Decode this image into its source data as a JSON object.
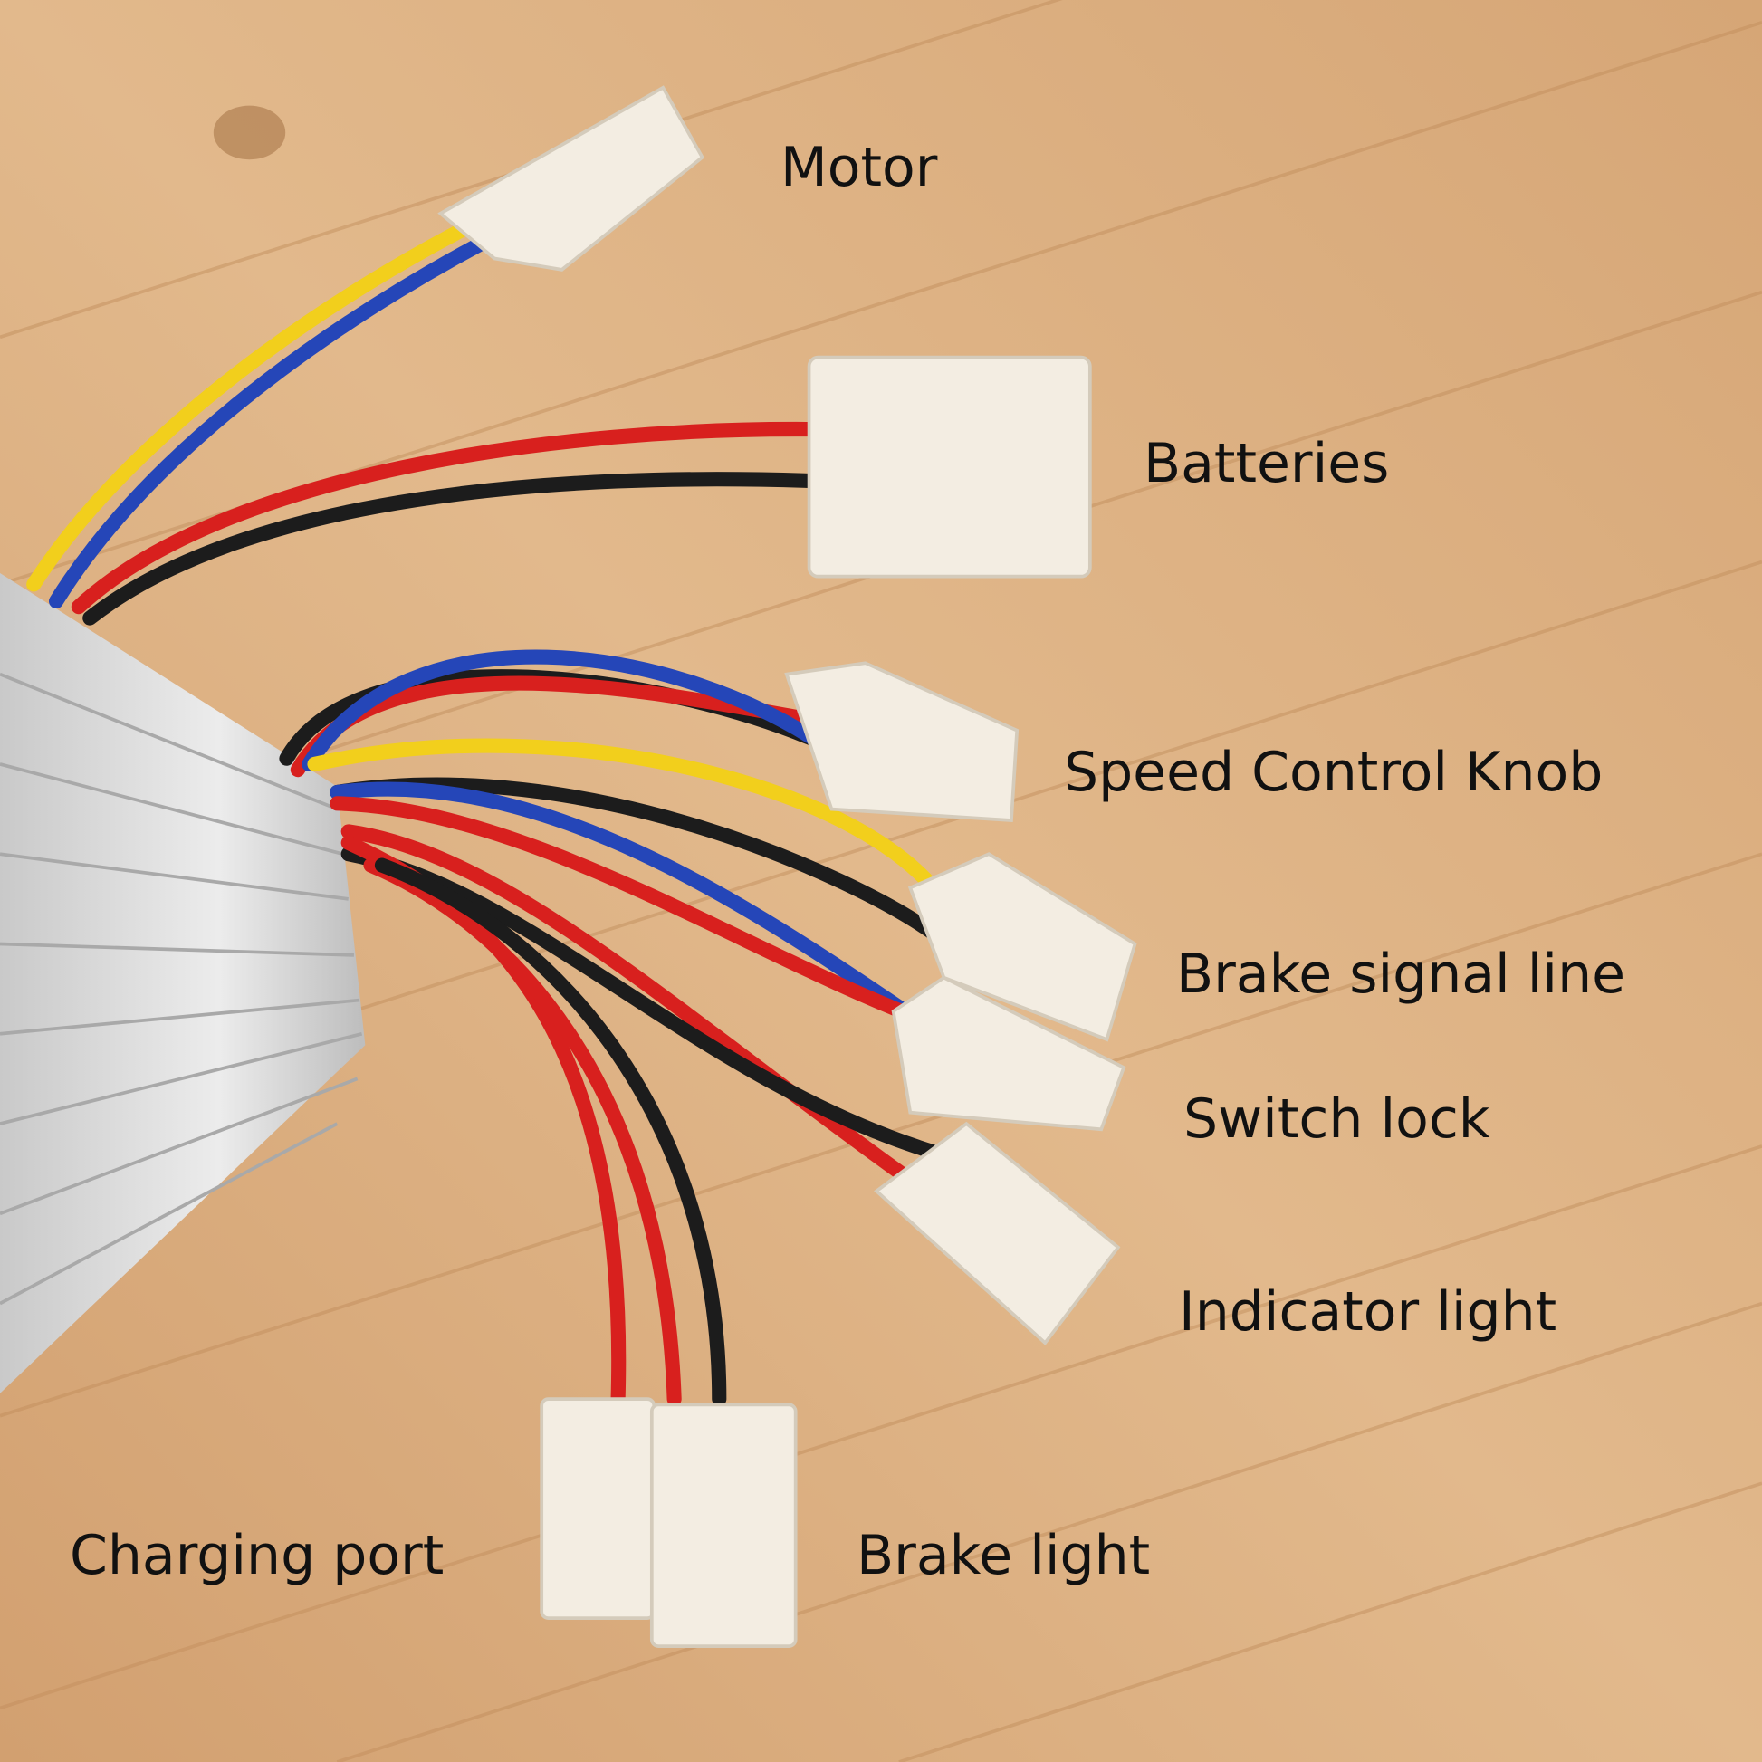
{
  "labels": {
    "motor": "Motor",
    "batteries": "Batteries",
    "speed_control_knob": "Speed Control Knob",
    "brake_signal_line": "Brake signal line",
    "switch_lock": "Switch lock",
    "indicator_light": "Indicator light",
    "charging_port": "Charging port",
    "brake_light": "Brake light"
  },
  "colors": {
    "wood": "#d9ab7c",
    "wood_grain": "#c4925f",
    "aluminum": "#d8d8d8",
    "connector": "#f3ede2",
    "red": "#d8201e",
    "black": "#1c1c1c",
    "blue": "#2546b8",
    "yellow": "#f2cf1c"
  }
}
